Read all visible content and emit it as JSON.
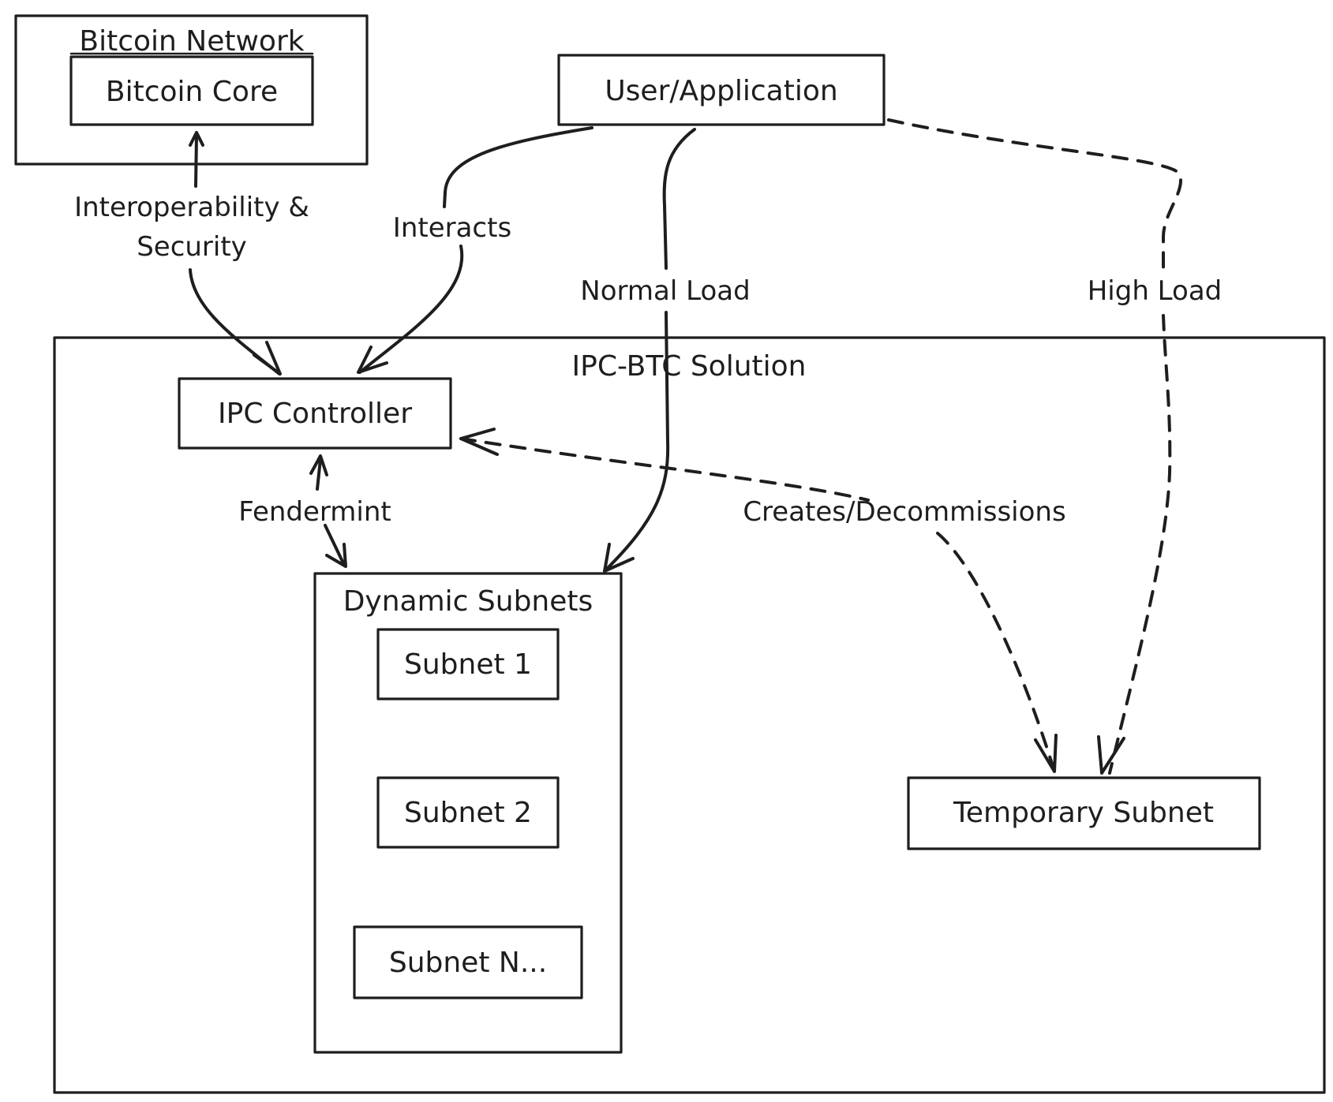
{
  "diagram": {
    "groups": {
      "bitcoin_network": "Bitcoin Network",
      "ipc_btc_solution": "IPC-BTC Solution",
      "dynamic_subnets": "Dynamic Subnets"
    },
    "nodes": {
      "bitcoin_core": "Bitcoin Core",
      "user_application": "User/Application",
      "ipc_controller": "IPC Controller",
      "subnet_1": "Subnet 1",
      "subnet_2": "Subnet 2",
      "subnet_n": "Subnet N...",
      "temporary_subnet": "Temporary Subnet"
    },
    "edges": {
      "interop_line1": "Interoperability &",
      "interop_line2": "Security",
      "interacts": "Interacts",
      "normal_load": "Normal Load",
      "high_load": "High Load",
      "fendermint": "Fendermint",
      "creates_decommissions": "Creates/Decommissions"
    }
  }
}
